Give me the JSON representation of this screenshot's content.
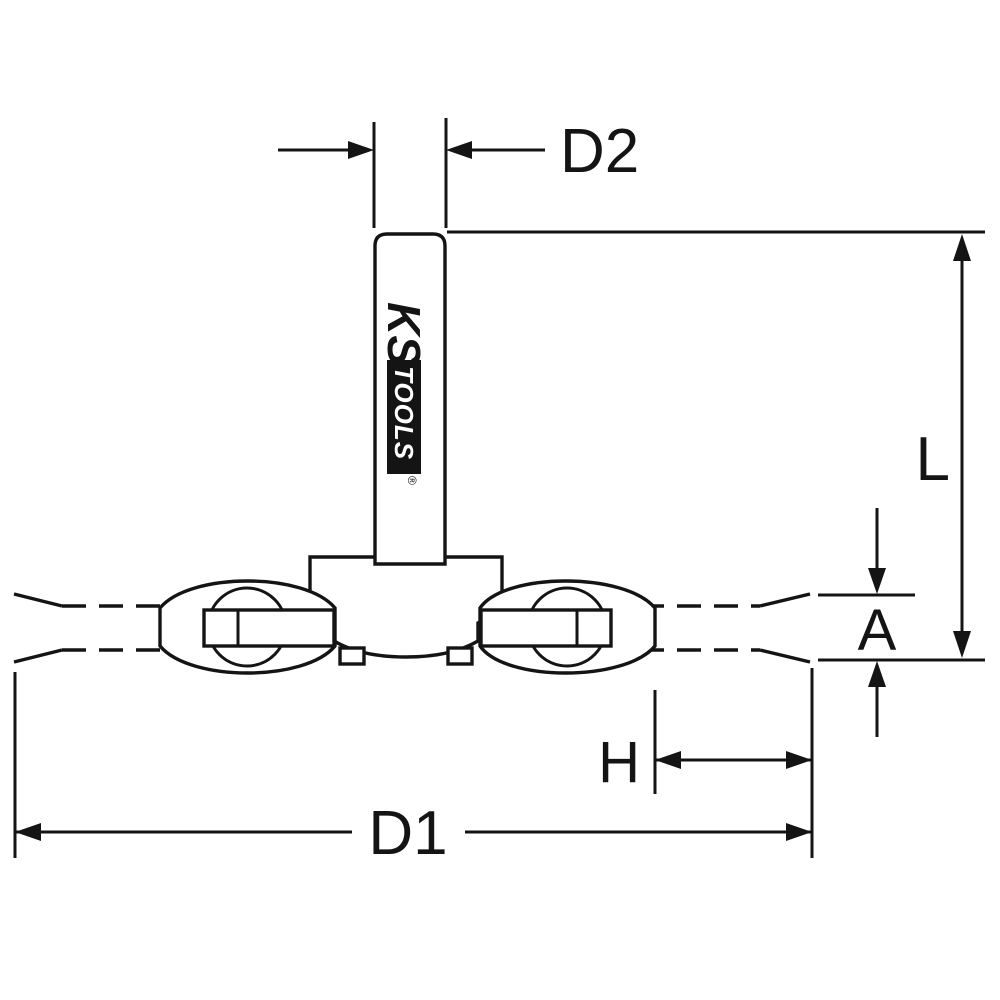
{
  "diagram": {
    "labels": {
      "d2": "D2",
      "l": "L",
      "a": "A",
      "h": "H",
      "d1": "D1"
    },
    "logo": {
      "ks": "KS",
      "tools": "TOOLS",
      "registered": "®"
    },
    "colors": {
      "line": "#141414",
      "background": "#ffffff",
      "logo_box": "#141414"
    }
  }
}
